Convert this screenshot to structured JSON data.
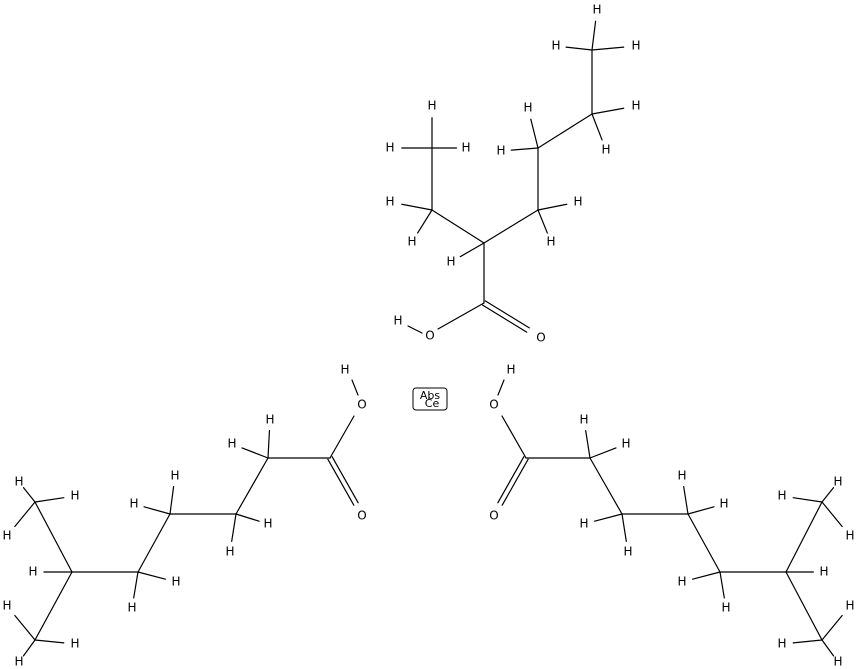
{
  "labels": {
    "hydrogen": "H",
    "oxygen": "O",
    "center_top": "Abs",
    "center_bottom": "Ce"
  },
  "colors": {
    "bond": "#000000",
    "text": "#000000",
    "background": "#ffffff"
  }
}
